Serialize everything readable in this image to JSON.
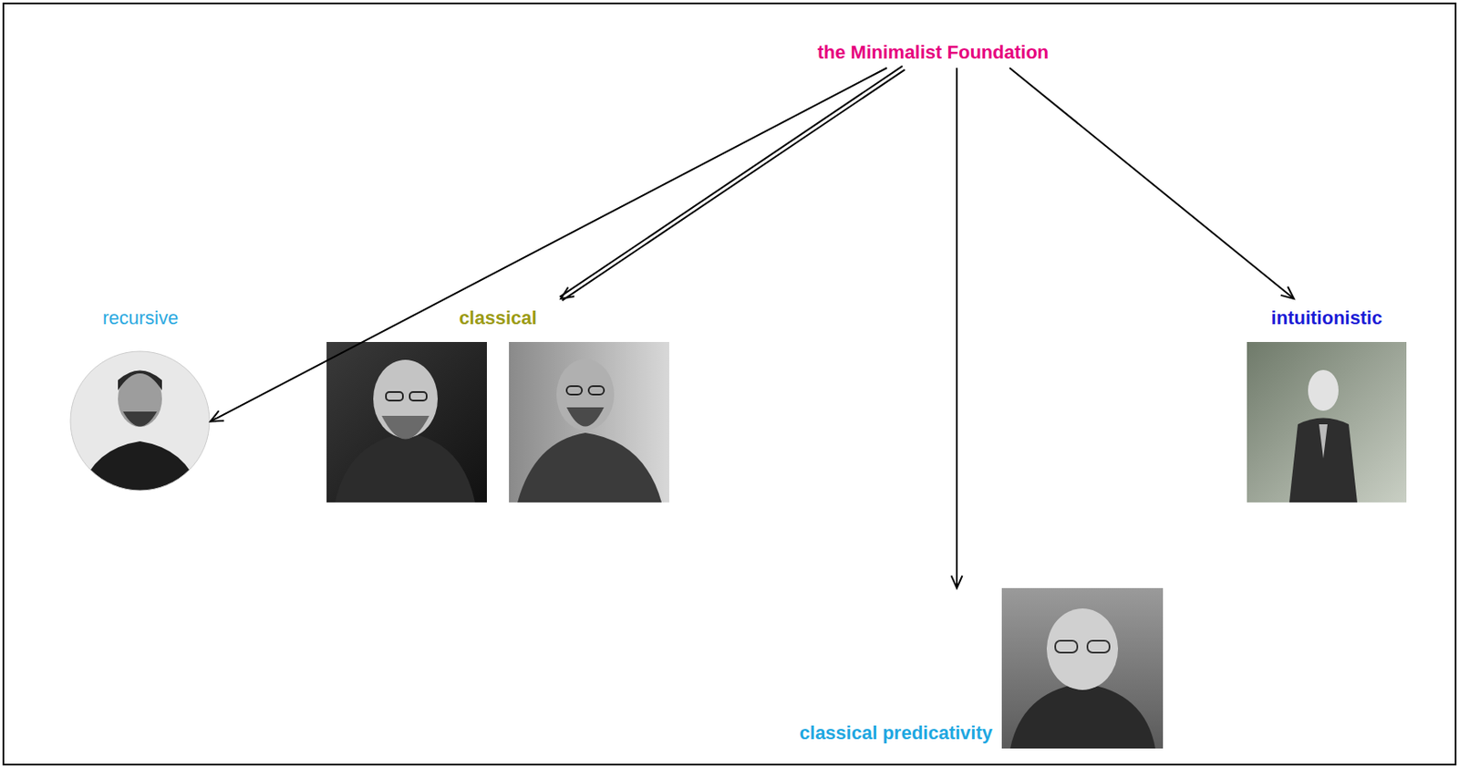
{
  "diagram": {
    "nodes": [
      {
        "text": [
          "the Minimalist Foundation"
        ]
      },
      {
        "text": [
          "recursive"
        ]
      },
      {
        "text": [
          "classical"
        ]
      },
      {
        "text": [
          "intuitionistic"
        ]
      },
      {
        "text": [
          "classical predicativity"
        ]
      }
    ],
    "edges": [
      {
        "from": 0,
        "to": 1,
        "arrow": "to"
      },
      {
        "from": 0,
        "to": 2,
        "arrow": "to"
      },
      {
        "from": 0,
        "to": 4,
        "arrow": "to"
      },
      {
        "from": 0,
        "to": 3,
        "arrow": "to"
      }
    ]
  }
}
